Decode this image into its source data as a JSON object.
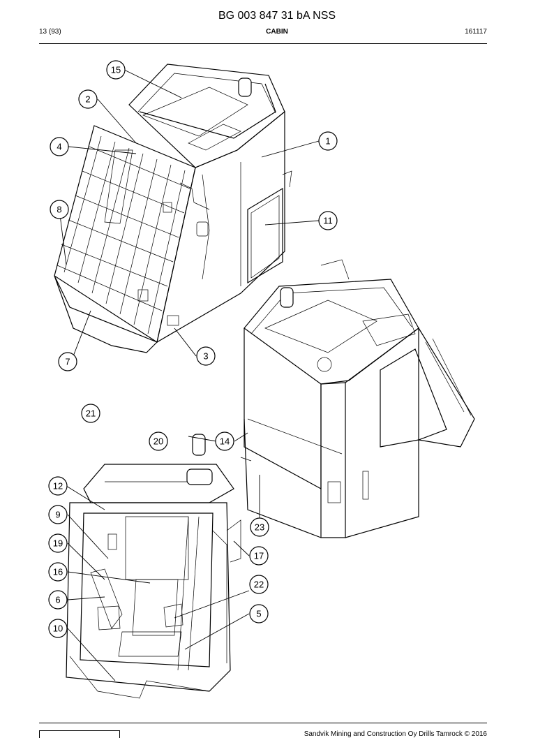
{
  "header": {
    "doc_number": "BG 003 847 31 bA NSS",
    "page": "13 (93)",
    "section": "CABIN",
    "date_code": "161117"
  },
  "callouts": [
    {
      "id": "c1",
      "label": "1"
    },
    {
      "id": "c2",
      "label": "2"
    },
    {
      "id": "c3",
      "label": "3"
    },
    {
      "id": "c4",
      "label": "4"
    },
    {
      "id": "c5",
      "label": "5"
    },
    {
      "id": "c6",
      "label": "6"
    },
    {
      "id": "c7",
      "label": "7"
    },
    {
      "id": "c8",
      "label": "8"
    },
    {
      "id": "c9",
      "label": "9"
    },
    {
      "id": "c10",
      "label": "10"
    },
    {
      "id": "c11",
      "label": "11"
    },
    {
      "id": "c12",
      "label": "12"
    },
    {
      "id": "c14",
      "label": "14"
    },
    {
      "id": "c15",
      "label": "15"
    },
    {
      "id": "c16",
      "label": "16"
    },
    {
      "id": "c17",
      "label": "17"
    },
    {
      "id": "c19",
      "label": "19"
    },
    {
      "id": "c20",
      "label": "20"
    },
    {
      "id": "c21",
      "label": "21"
    },
    {
      "id": "c22",
      "label": "22"
    },
    {
      "id": "c23",
      "label": "23"
    }
  ],
  "footer": {
    "copyright": "Sandvik Mining and Construction Oy Drills Tamrock © 2016"
  }
}
